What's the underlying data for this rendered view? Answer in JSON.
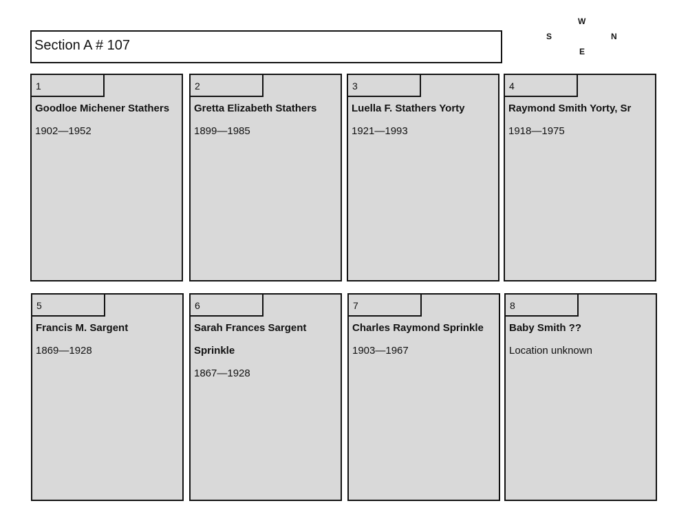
{
  "section_title": "Section A # 107",
  "compass": {
    "w": "W",
    "s": "S",
    "n": "N",
    "e": "E"
  },
  "plots": [
    {
      "number": "1",
      "name": "Goodloe Michener  Stathers",
      "dates": "1902—1952"
    },
    {
      "number": "2",
      "name": "Gretta Elizabeth Stathers",
      "dates": "1899—1985"
    },
    {
      "number": "3",
      "name": "Luella F. Stathers Yorty",
      "dates": "1921—1993"
    },
    {
      "number": "4",
      "name": "Raymond Smith Yorty, Sr",
      "dates": "1918—1975"
    },
    {
      "number": "5",
      "name": "Francis M. Sargent",
      "dates": "1869—1928"
    },
    {
      "number": "6",
      "name": "Sarah Frances Sargent",
      "name2": "Sprinkle",
      "dates": "1867—1928"
    },
    {
      "number": "7",
      "name": "Charles Raymond Sprinkle",
      "dates": "1903—1967"
    },
    {
      "number": "8",
      "name": "Baby Smith  ??",
      "note": "Location unknown"
    }
  ]
}
